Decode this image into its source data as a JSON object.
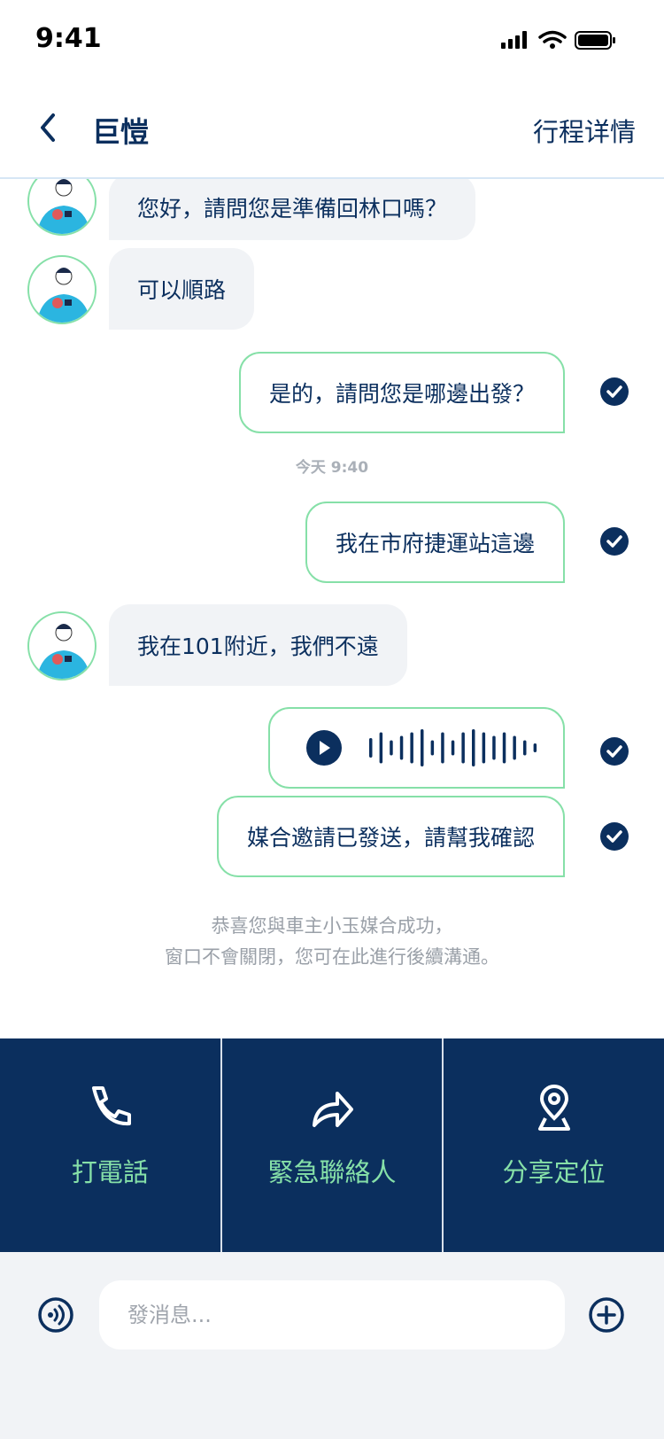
{
  "status_bar": {
    "time": "9:41"
  },
  "header": {
    "title": "巨愷",
    "detail_link": "行程详情"
  },
  "messages": [
    {
      "type": "received",
      "text": "您好，請問您是準備回林口嗎？"
    },
    {
      "type": "received",
      "text": "可以順路"
    },
    {
      "type": "sent",
      "text": "是的，請問您是哪邊出發？",
      "read": true
    },
    {
      "type": "timestamp",
      "text": "今天 9:40"
    },
    {
      "type": "sent",
      "text": "我在市府捷運站這邊",
      "read": true
    },
    {
      "type": "received",
      "text": "我在101附近，我們不遠"
    },
    {
      "type": "sent_voice",
      "read": true
    },
    {
      "type": "sent",
      "text": "媒合邀請已發送，請幫我確認",
      "read": true
    }
  ],
  "system_notice": {
    "line1": "恭喜您與車主小玉媒合成功，",
    "line2": "窗口不會關閉，您可在此進行後續溝通。"
  },
  "actions": [
    {
      "label": "打電話",
      "icon": "phone-icon"
    },
    {
      "label": "緊急聯絡人",
      "icon": "share-arrow-icon"
    },
    {
      "label": "分享定位",
      "icon": "location-pin-icon"
    }
  ],
  "input": {
    "placeholder": "發消息..."
  },
  "colors": {
    "navy": "#0b2f5e",
    "green": "#86e0a8",
    "bubble_gray": "#f1f3f6"
  }
}
